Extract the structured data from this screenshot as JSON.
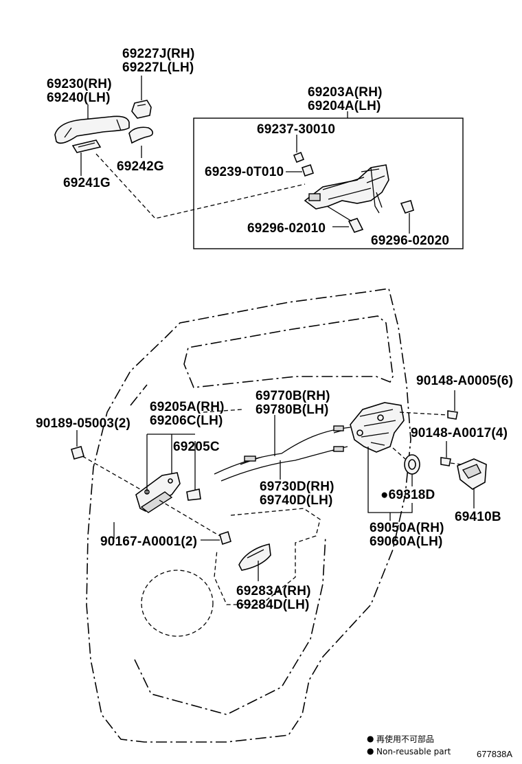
{
  "labels": {
    "p69227": [
      "69227J(RH)",
      "69227L(LH)"
    ],
    "p69230": [
      "69230(RH)",
      "69240(LH)"
    ],
    "p69242": "69242G",
    "p69241": "69241G",
    "p69203": [
      "69203A(RH)",
      "69204A(LH)"
    ],
    "p69237": "69237-30010",
    "p69239": "69239-0T010",
    "p69296a": "69296-02010",
    "p69296b": "69296-02020",
    "p90148a": "90148-A0005(6)",
    "p90148b": "90148-A0017(4)",
    "p69410": "69410B",
    "p69770": [
      "69770B(RH)",
      "69780B(LH)"
    ],
    "p69205": [
      "69205A(RH)",
      "69206C(LH)"
    ],
    "p69205c": "69205C",
    "p90189": "90189-05003(2)",
    "p69730": [
      "69730D(RH)",
      "69740D(LH)"
    ],
    "p69318": "●69318D",
    "p69050": [
      "69050A(RH)",
      "69060A(LH)"
    ],
    "p90167": "90167-A0001(2)",
    "p69283": [
      "69283A(RH)",
      "69284D(LH)"
    ]
  },
  "legend": {
    "bullet": "●",
    "jp": "再使用不可部品",
    "en": "Non-reusable part"
  },
  "diagram_code": "677838A",
  "icons": [
    "door-panel-outline",
    "outside-handle",
    "inside-handle",
    "door-lock",
    "striker",
    "cable",
    "bolt",
    "screw",
    "grommet",
    "clip",
    "seal"
  ]
}
